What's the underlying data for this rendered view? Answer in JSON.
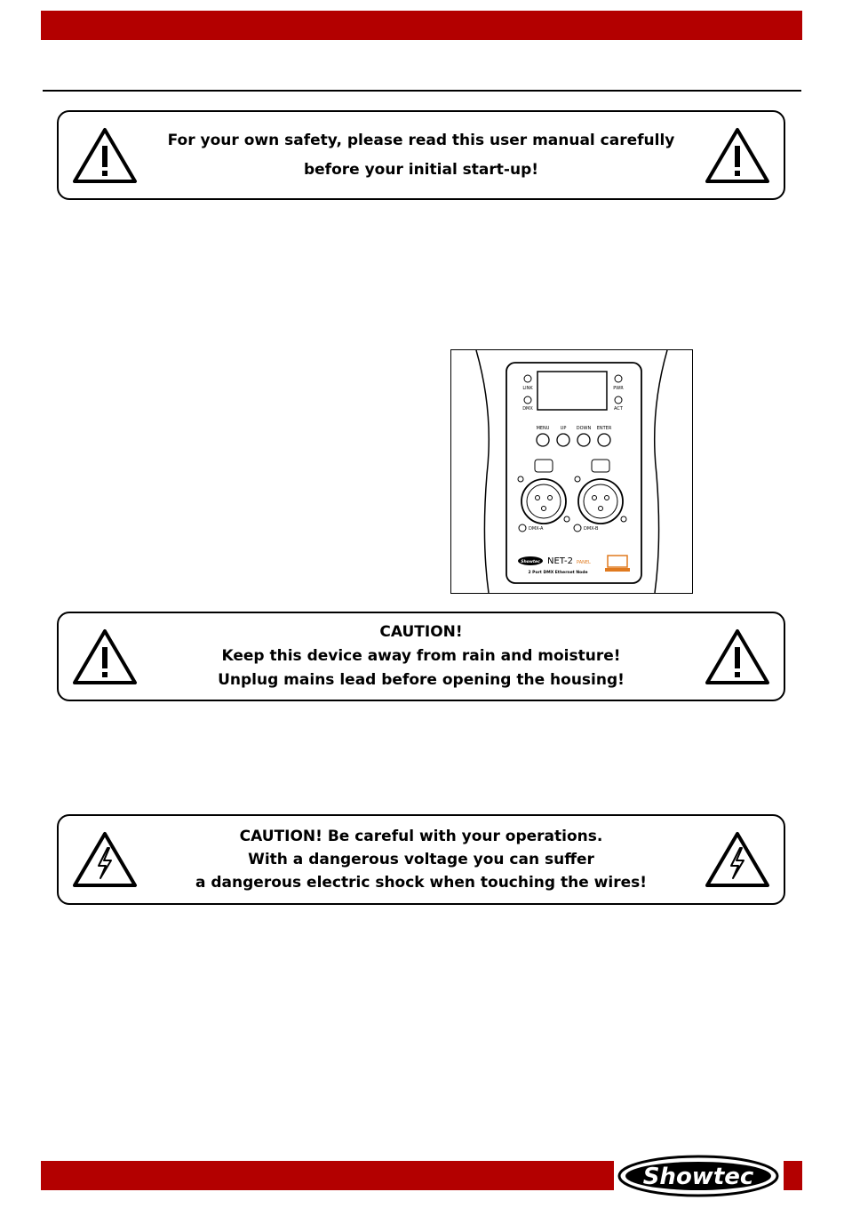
{
  "warnings": [
    {
      "icon": "exclamation-triangle-icon",
      "lines": [
        "For your own safety, please read this user manual carefully",
        "before your initial start-up!"
      ]
    },
    {
      "icon": "exclamation-triangle-icon",
      "lines": [
        "CAUTION!",
        "Keep this device away from rain and moisture!",
        "Unplug mains lead before opening the housing!"
      ]
    },
    {
      "icon": "electric-shock-triangle-icon",
      "lines": [
        "CAUTION! Be careful with your operations.",
        "With a dangerous voltage you can suffer",
        "a dangerous electric shock when touching the wires!"
      ]
    }
  ],
  "device": {
    "leds": [
      "LINK",
      "DMX",
      "PWR",
      "ACT"
    ],
    "buttons": [
      "MENU",
      "UP",
      "DOWN",
      "ENTER"
    ],
    "ports": [
      "DMX-A",
      "DMX-B"
    ],
    "model": "NET-2",
    "model_suffix": "PANEL",
    "subtitle": "2 Port DMX Ethernet Node",
    "brand_badge": "Showtec"
  },
  "colors": {
    "brand_red": "#b30000",
    "accent_orange": "#e07a1f"
  },
  "footer": {
    "logo_text": "Showtec"
  }
}
